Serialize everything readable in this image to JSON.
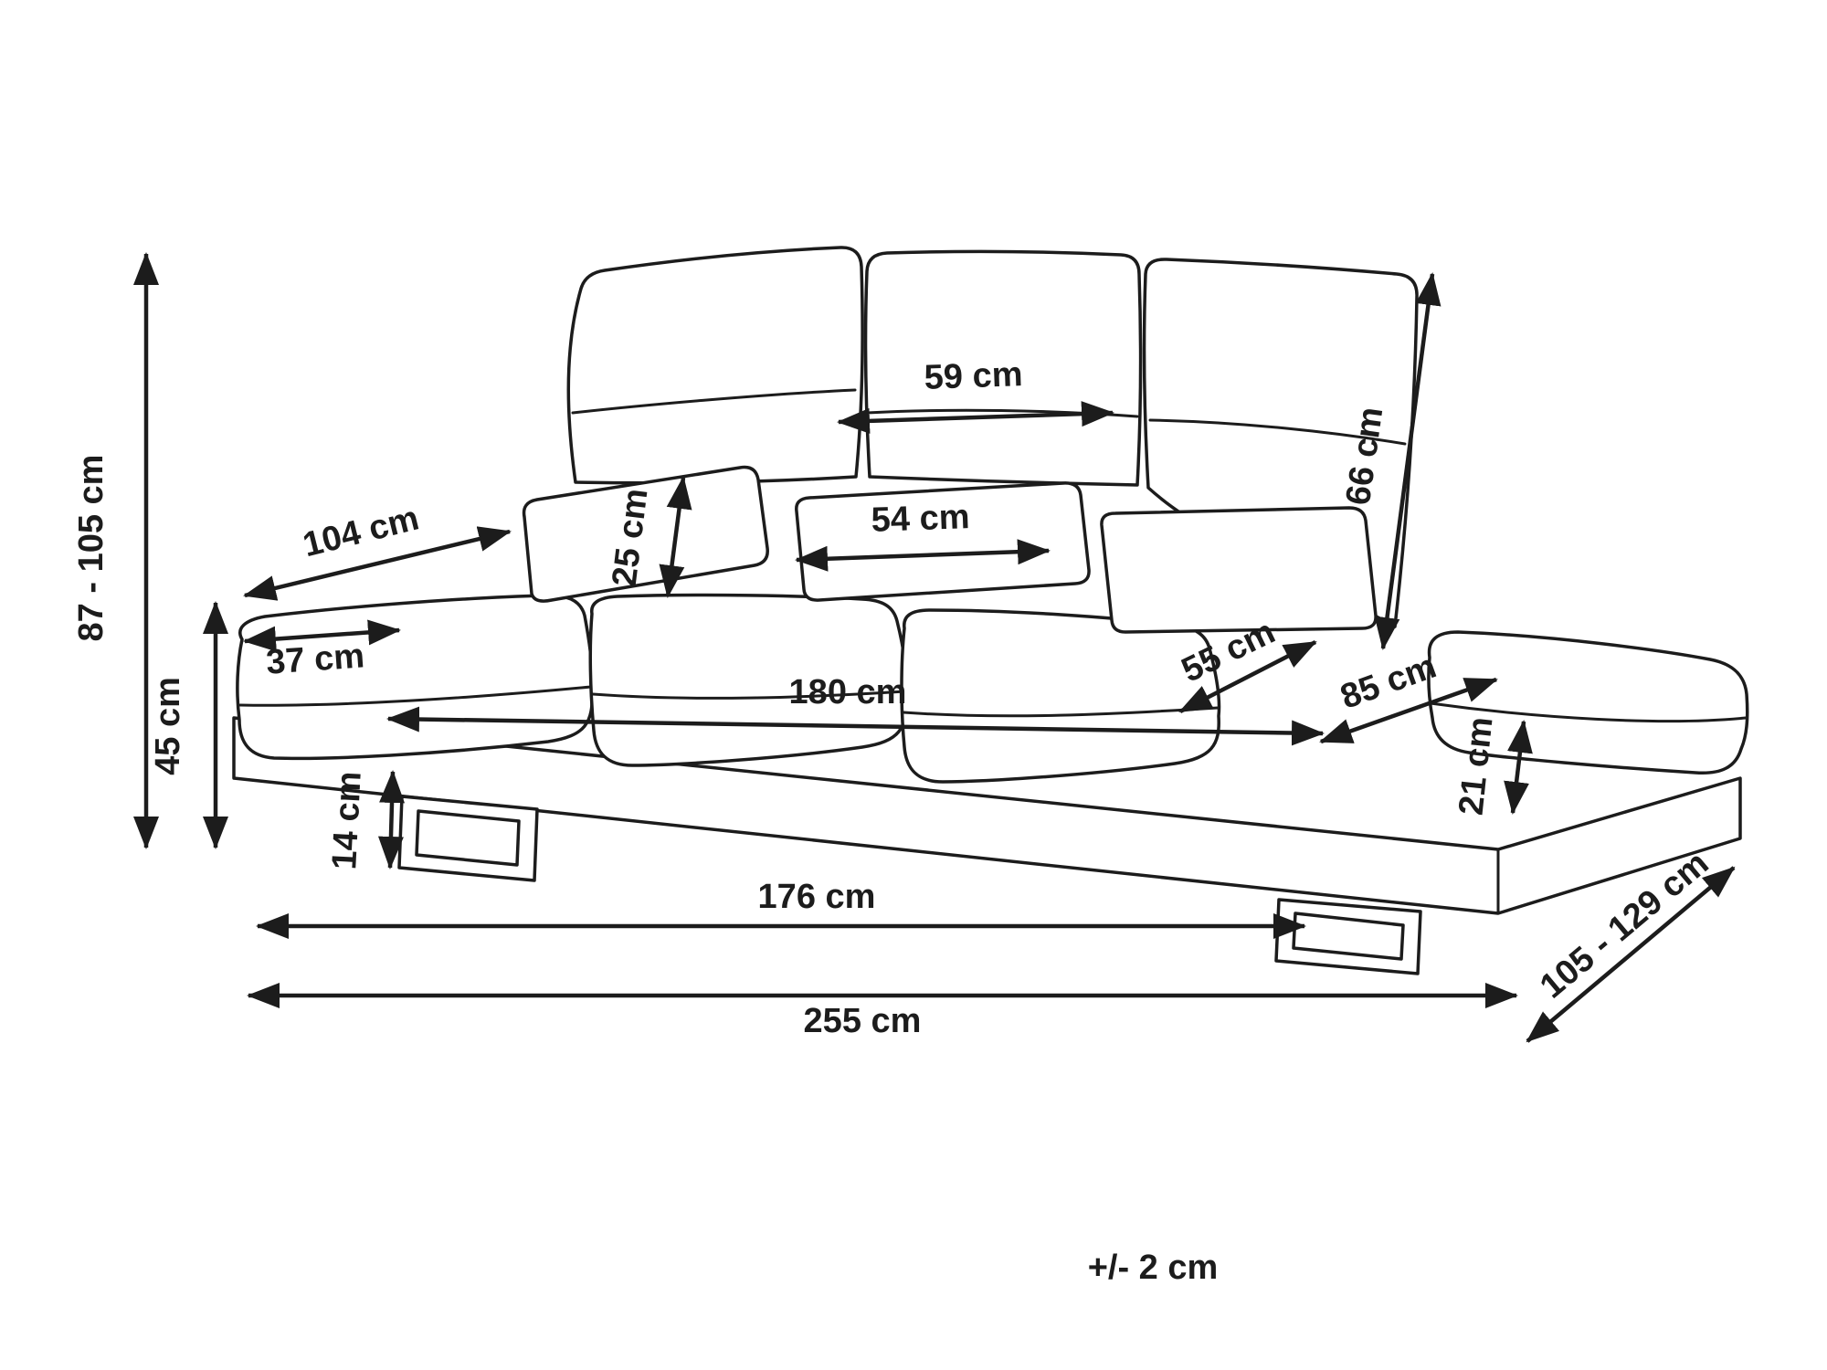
{
  "diagram": {
    "title": "sofa-dimension-drawing",
    "line_color": "#1c1c1c",
    "background_color": "#ffffff"
  },
  "dims": {
    "overall_height": "87 - 105 cm",
    "seat_height": "45 cm",
    "depth_left": "104 cm",
    "seat_front_width": "37 cm",
    "pillow_height": "25 cm",
    "back_cushion_width": "59 cm",
    "pillow_width": "54 cm",
    "back_height": "66 cm",
    "seat_width": "180 cm",
    "seat_depth": "55 cm",
    "armrest_depth": "85 cm",
    "armrest_height": "21 cm",
    "clearance_height": "14 cm",
    "base_length": "176 cm",
    "overall_width": "255 cm",
    "overall_depth": "105 - 129 cm"
  },
  "tolerance": "+/- 2 cm"
}
